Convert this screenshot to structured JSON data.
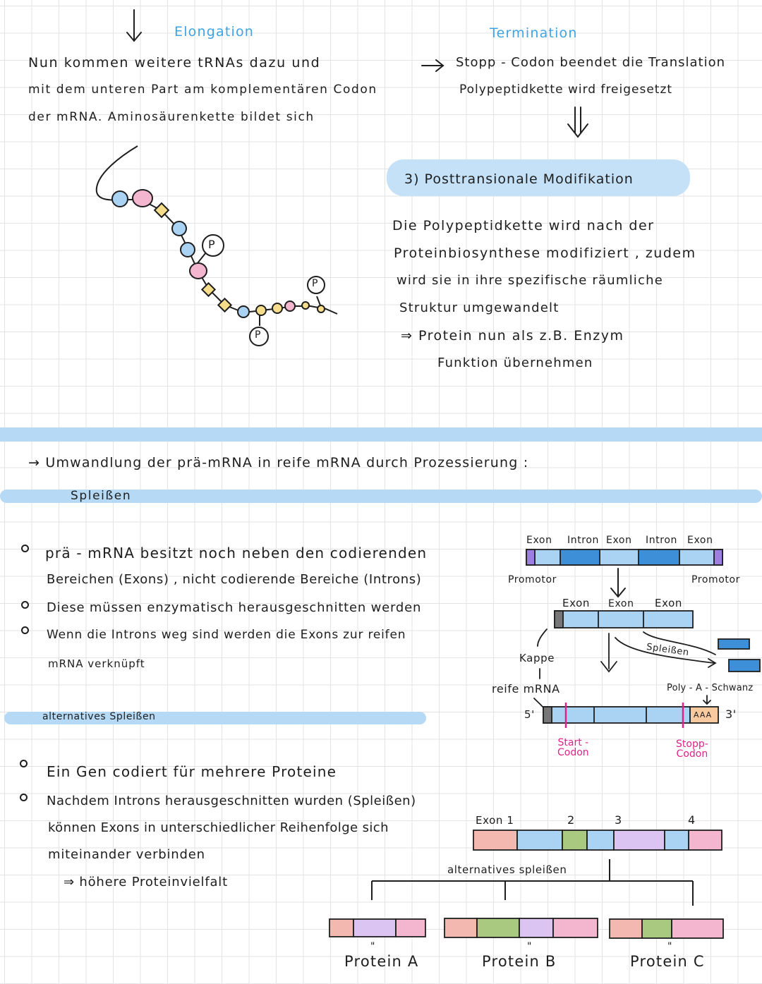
{
  "elongation": {
    "heading": "Elongation",
    "line1": "Nun  kommen  weitere  tRNAs  dazu  und",
    "line2": "mit   dem   unteren  Part   am  komplementären  Codon",
    "line3": "der  mRNA.   Aminosäurenkette   bildet  sich",
    "phospho_label": "P"
  },
  "termination": {
    "heading": "Termination",
    "line1": "Stopp - Codon  beendet  die  Translation",
    "line2": "Polypeptidkette  wird  freigesetzt"
  },
  "posttranslational": {
    "heading": "3)  Posttransionale  Modifikation",
    "line1": "Die   Polypeptidkette  wird  nach  der",
    "line2": "Proteinbiosynthese  modifiziert ,  zudem",
    "line3": "wird   sie   in  ihre   spezifische  räumliche",
    "line4": "Struktur  umgewandelt",
    "line5": "⇒ Protein   nun   als  z.B.  Enzym",
    "line6": "Funktion  übernehmen"
  },
  "conversion": {
    "title": "→ Umwandlung  der  prä-mRNA  in  reife  mRNA   durch  Prozessierung   :"
  },
  "splicing": {
    "heading": "Spleißen",
    "bullets": [
      "prä - mRNA   besitzt   noch   neben   den    codierenden",
      "Diese   müssen   enzymatisch  herausgeschnitten  werden",
      "Wenn  die   Introns   weg   sind   werden   die   Exons   zur  reifen"
    ],
    "bullet1_cont": "Bereichen  (Exons) ,  nicht    codierende  Bereiche  (Introns)",
    "bullet3_cont": "mRNA  verknüpft"
  },
  "splice_diagram": {
    "segments": [
      "Exon",
      "Intron",
      "Exon",
      "Intron",
      "Exon"
    ],
    "promotor_left": "Promotor",
    "promotor_right": "Promotor",
    "mid_labels": [
      "Exon",
      "Exon",
      "Exon"
    ],
    "spleissen": "Spleißen",
    "kappe": "Kappe",
    "reife_mrna": "reife  mRNA",
    "poly_a": "Poly - A - Schwanz",
    "five_prime": "5'",
    "three_prime": "3'",
    "aaa": "AAA",
    "start_codon": "Start -\nCodon",
    "stop_codon": "Stopp-\nCodon"
  },
  "alternative": {
    "heading": "alternatives  Spleißen",
    "bullets": [
      "Ein   Gen   codiert  für  mehrere    Proteine",
      "Nachdem   Introns   herausgeschnitten  wurden  (Spleißen)"
    ],
    "bullet2_cont1": "können  Exons  in  unterschiedlicher  Reihenfolge  sich",
    "bullet2_cont2": "miteinander   verbinden",
    "result": "⇒ höhere   Proteinvielfalt"
  },
  "alt_diagram": {
    "exon_labels": [
      "Exon 1",
      "2",
      "3",
      "4"
    ],
    "branch_label": "alternatives  spleißen",
    "proteins": [
      "Protein  A",
      "Protein  B",
      "Protein  C"
    ],
    "ditto": "\""
  },
  "colors": {
    "blue_accent": "#3fa3e2",
    "pink_accent": "#e0218a",
    "exon_blue": "#a9d2f3",
    "intron_blue": "#3d8fd8",
    "exon_pink": "#f4b6cf",
    "exon_green": "#a8c97f",
    "exon_purple": "#dcc4f2",
    "exon_salmon": "#f3b8b0",
    "promoter_purple": "#9c7fe0"
  }
}
